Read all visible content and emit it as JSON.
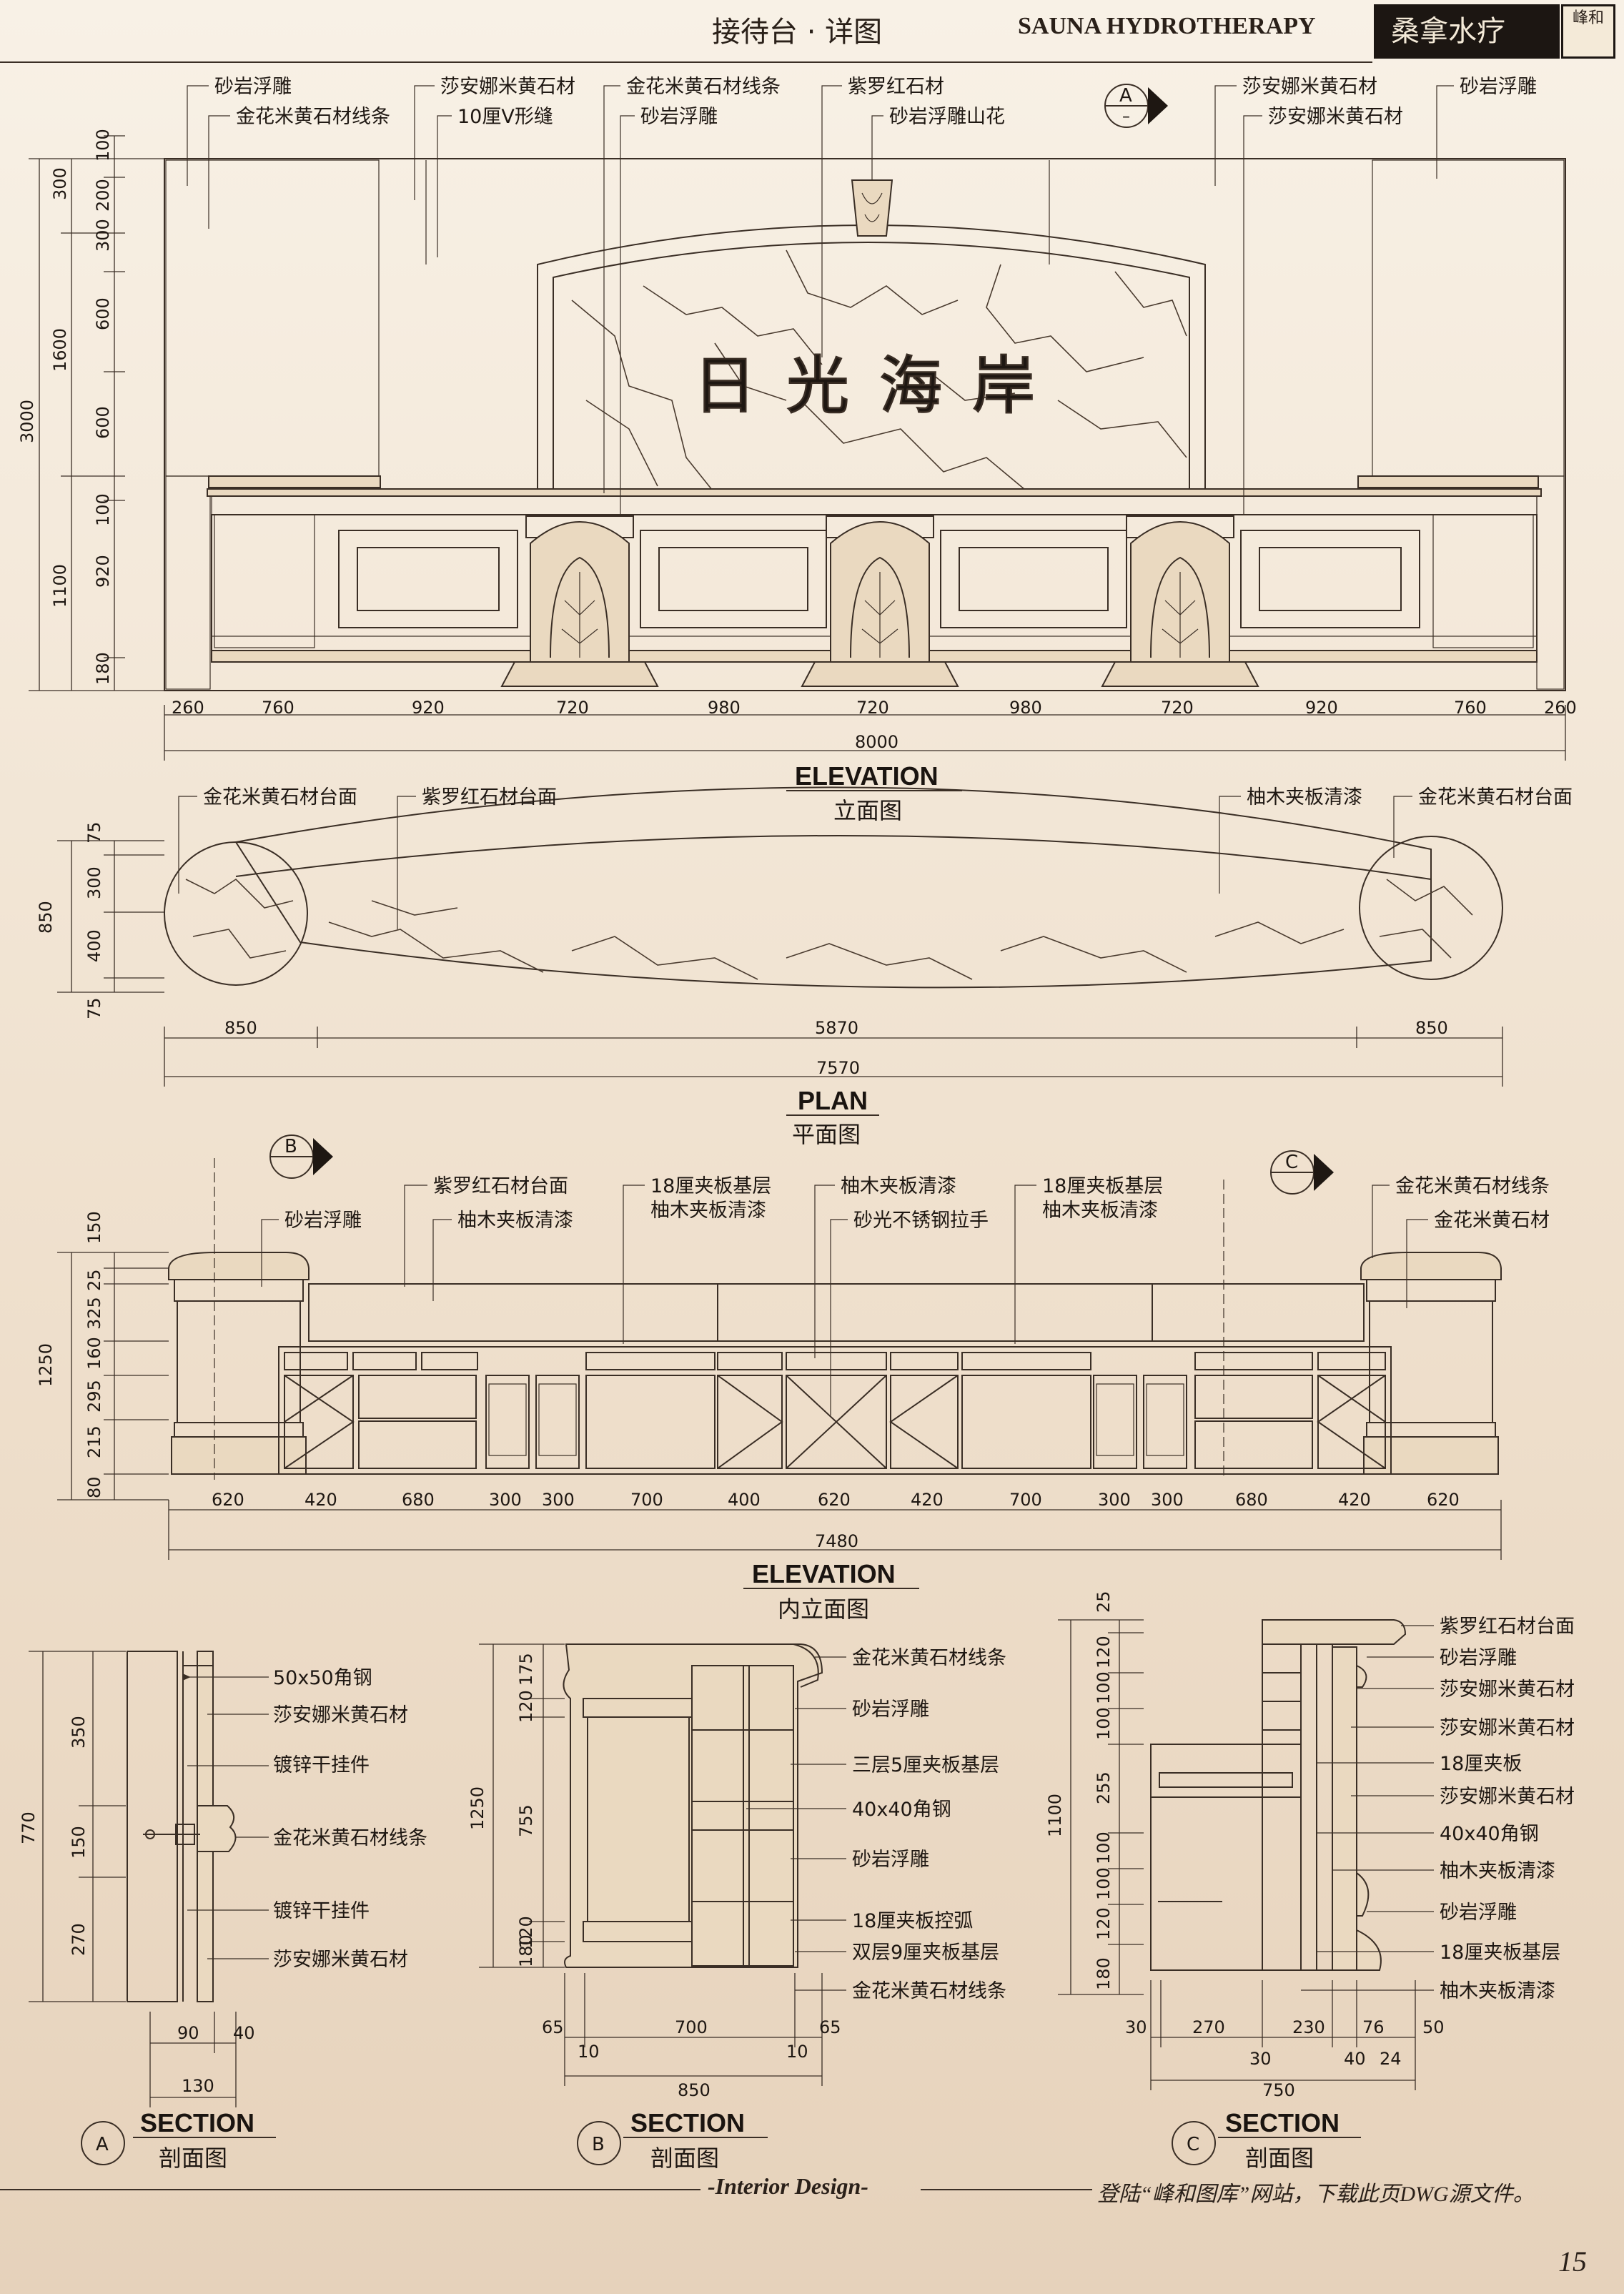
{
  "header": {
    "title_cn": "接待台 · 详图",
    "title_en": "SAUNA HYDROTHERAPY",
    "brand": "桑拿水疗",
    "logo_text": "峰和"
  },
  "elevation": {
    "title_en": "ELEVATION",
    "title_cn": "立面图",
    "sign_text": [
      "日",
      "光",
      "海",
      "岸"
    ],
    "section_marker": "A",
    "callouts": [
      "砂岩浮雕",
      "金花米黄石材线条",
      "莎安娜米黄石材",
      "10厘V形缝",
      "金花米黄石材线条",
      "砂岩浮雕",
      "紫罗红石材",
      "砂岩浮雕山花",
      "莎安娜米黄石材",
      "莎安娜米黄石材",
      "砂岩浮雕"
    ],
    "vdims_left": [
      "300",
      "1600",
      "1100"
    ],
    "vdims_inner": [
      "100",
      "200",
      "300",
      "600",
      "600",
      "100",
      "920",
      "180"
    ],
    "vdim_total": "3000",
    "hdims": [
      "260",
      "760",
      "920",
      "720",
      "980",
      "720",
      "980",
      "720",
      "920",
      "760",
      "260"
    ],
    "hdim_total": "8000"
  },
  "plan": {
    "title_en": "PLAN",
    "title_cn": "平面图",
    "callouts": [
      "金花米黄石材台面",
      "紫罗红石材台面",
      "柚木夹板清漆",
      "金花米黄石材台面"
    ],
    "vdims": [
      "75",
      "300",
      "400",
      "75"
    ],
    "vdim_total": "850",
    "hdims": [
      "850",
      "5870",
      "850"
    ],
    "hdim_total": "7570"
  },
  "inner_elevation": {
    "title_en": "ELEVATION",
    "title_cn": "内立面图",
    "markers": [
      "B",
      "C"
    ],
    "callouts": [
      "紫罗红石材台面",
      "柚木夹板清漆",
      "18厘夹板基层",
      "柚木夹板清漆",
      "柚木夹板清漆",
      "砂光不锈钢拉手",
      "18厘夹板基层",
      "柚木夹板清漆",
      "金花米黄石材线条",
      "金花米黄石材",
      "砂岩浮雕"
    ],
    "vdims": [
      "150",
      "25",
      "325",
      "160",
      "295",
      "215",
      "80"
    ],
    "vdim_total": "1250",
    "hdims": [
      "620",
      "420",
      "680",
      "300",
      "300",
      "700",
      "400",
      "620",
      "420",
      "700",
      "300",
      "300",
      "680",
      "420",
      "620"
    ],
    "hdim_total": "7480"
  },
  "section_a": {
    "letter": "A",
    "title_en": "SECTION",
    "title_cn": "剖面图",
    "callouts": [
      "50x50角钢",
      "莎安娜米黄石材",
      "镀锌干挂件",
      "金花米黄石材线条",
      "镀锌干挂件",
      "莎安娜米黄石材"
    ],
    "vdims": [
      "350",
      "150",
      "270"
    ],
    "vdim_total": "770",
    "hdims": [
      "90",
      "40"
    ],
    "hdim_total": "130"
  },
  "section_b": {
    "letter": "B",
    "title_en": "SECTION",
    "title_cn": "剖面图",
    "callouts": [
      "金花米黄石材线条",
      "砂岩浮雕",
      "三层5厘夹板基层",
      "40x40角钢",
      "砂岩浮雕",
      "18厘夹板控弧",
      "双层9厘夹板基层",
      "金花米黄石材线条"
    ],
    "vdims": [
      "175",
      "120",
      "755",
      "120",
      "180"
    ],
    "vdim_total": "1250",
    "hdims": [
      "65",
      "700",
      "65"
    ],
    "hdims_small": [
      "10",
      "10"
    ],
    "hdim_total": "850"
  },
  "section_c": {
    "letter": "C",
    "title_en": "SECTION",
    "title_cn": "剖面图",
    "callouts": [
      "紫罗红石材台面",
      "砂岩浮雕",
      "莎安娜米黄石材",
      "莎安娜米黄石材",
      "18厘夹板",
      "莎安娜米黄石材",
      "40x40角钢",
      "柚木夹板清漆",
      "砂岩浮雕",
      "18厘夹板基层",
      "柚木夹板清漆"
    ],
    "vdims": [
      "25",
      "120",
      "100",
      "100",
      "255",
      "100",
      "100",
      "120",
      "180"
    ],
    "vdim_total": "1100",
    "hdims": [
      "30",
      "270",
      "230",
      "76",
      "50"
    ],
    "hdims_small": [
      "30",
      "40",
      "24"
    ],
    "hdim_total": "750"
  },
  "footer": {
    "center": "-Interior Design-",
    "note": "登陆“峰和图库”网站，下载此页DWG源文件。",
    "page": "15"
  },
  "colors": {
    "paper": "#f8f1e6",
    "ink": "#3a2e25",
    "stone": "#ead9c0",
    "brand_box": "#1c1612"
  }
}
